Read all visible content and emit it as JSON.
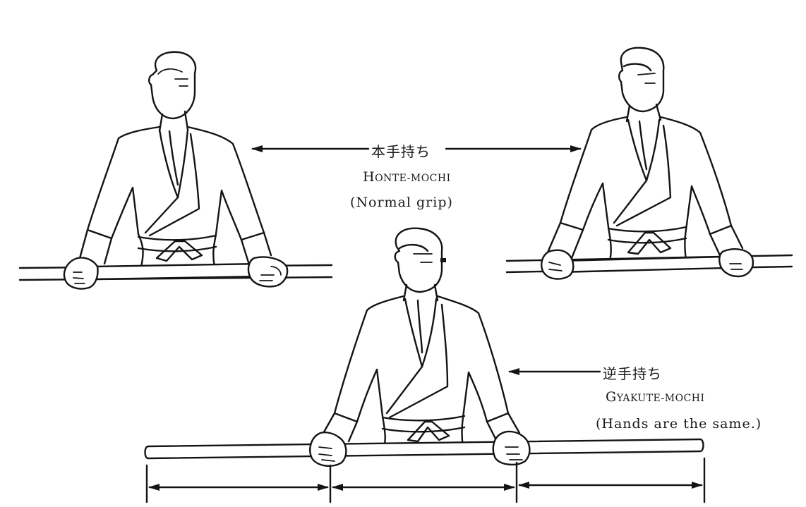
{
  "labels": {
    "honte": {
      "japanese": "本手持ち",
      "romaji_initial": "H",
      "romaji_rest": "ONTE-MOCHI",
      "english": "(Normal grip)"
    },
    "gyakute": {
      "japanese": "逆手持ち",
      "romaji_initial": "G",
      "romaji_rest": "YAKUTE-MOCHI",
      "english": "(Hands are the same.)"
    }
  },
  "figures": [
    "figure-honte-left",
    "figure-honte-right",
    "figure-gyakute-center"
  ],
  "colors": {
    "ink": "#141414",
    "paper": "#ffffff"
  }
}
